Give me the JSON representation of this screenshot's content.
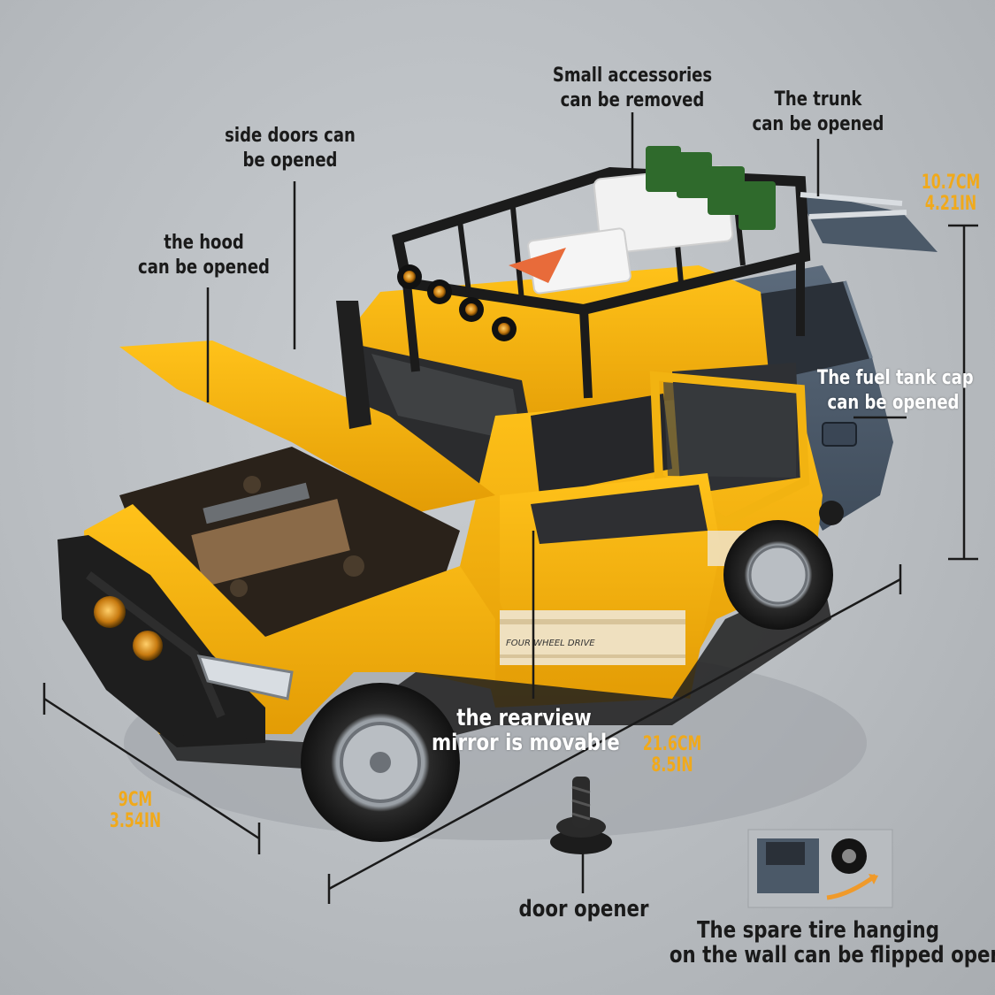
{
  "colors": {
    "body_yellow": "#f4b00d",
    "body_blue_gray": "#4f5e6f",
    "roof_rack_black": "#1b1b1b",
    "dimension_orange": "#f0a91b",
    "background": "#bcc0c4"
  },
  "callouts": {
    "small_accessories": [
      "Small accessories",
      "can be removed"
    ],
    "trunk": [
      "The trunk",
      "can be opened"
    ],
    "side_doors": [
      "side doors can",
      "be opened"
    ],
    "hood": [
      "the hood",
      "can be opened"
    ],
    "fuel_cap": [
      "The fuel tank cap",
      "can be opened"
    ],
    "rearview_mirror": [
      "the rearview",
      "mirror is movable"
    ],
    "door_opener": [
      "door opener"
    ],
    "spare_tire": [
      "The spare tire hanging",
      "on the wall can be flipped open"
    ]
  },
  "dimensions": {
    "height": [
      "10.7CM",
      "4.21IN"
    ],
    "length": [
      "21.6CM",
      "8.5IN"
    ],
    "width": [
      "9CM",
      "3.54IN"
    ]
  },
  "car": {
    "side_decal": "FOUR WHEEL DRIVE"
  }
}
